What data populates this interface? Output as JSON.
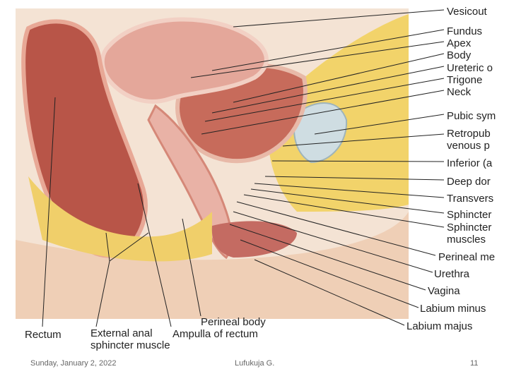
{
  "labels": {
    "vesicouterine": "Vesicout",
    "fundus": "Fundus",
    "apex": "Apex",
    "body": "Body",
    "ureteric": "Ureteric o",
    "trigone": "Trigone",
    "neck": "Neck",
    "pubic": "Pubic sym",
    "retropubic_1": "Retropub",
    "retropubic_2": "venous p",
    "inferior": "Inferior (a",
    "deep_dorsal": "Deep dor",
    "transverse": "Transvers",
    "sphincter_1": "Sphincter",
    "sphincter_2_a": "Sphincter",
    "sphincter_2_b": "muscles",
    "perineal_membrane": "Perineal me",
    "urethra": "Urethra",
    "vagina": "Vagina",
    "labium_minus": "Labium minus",
    "labium_majus": "Labium majus",
    "rectum": "Rectum",
    "external_anal_1": "External anal",
    "external_anal_2": "sphincter muscle",
    "ampulla": "Ampulla of rectum",
    "perineal_body": "Perineal body"
  },
  "footer": {
    "date": "Sunday, January 2, 2022",
    "author": "Lufukuja G.",
    "page": "11"
  }
}
